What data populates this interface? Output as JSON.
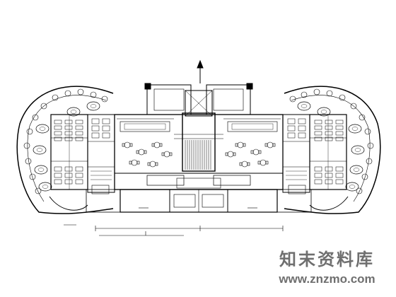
{
  "drawing": {
    "type": "architectural-floor-plan",
    "symmetry": "mirrored-left-right",
    "north_arrow": "up",
    "line_color": "#000000",
    "background": "#ffffff"
  },
  "watermark": {
    "title": "知末资料库",
    "url": "www.znzmo.com",
    "color": "#6f6f6f"
  }
}
